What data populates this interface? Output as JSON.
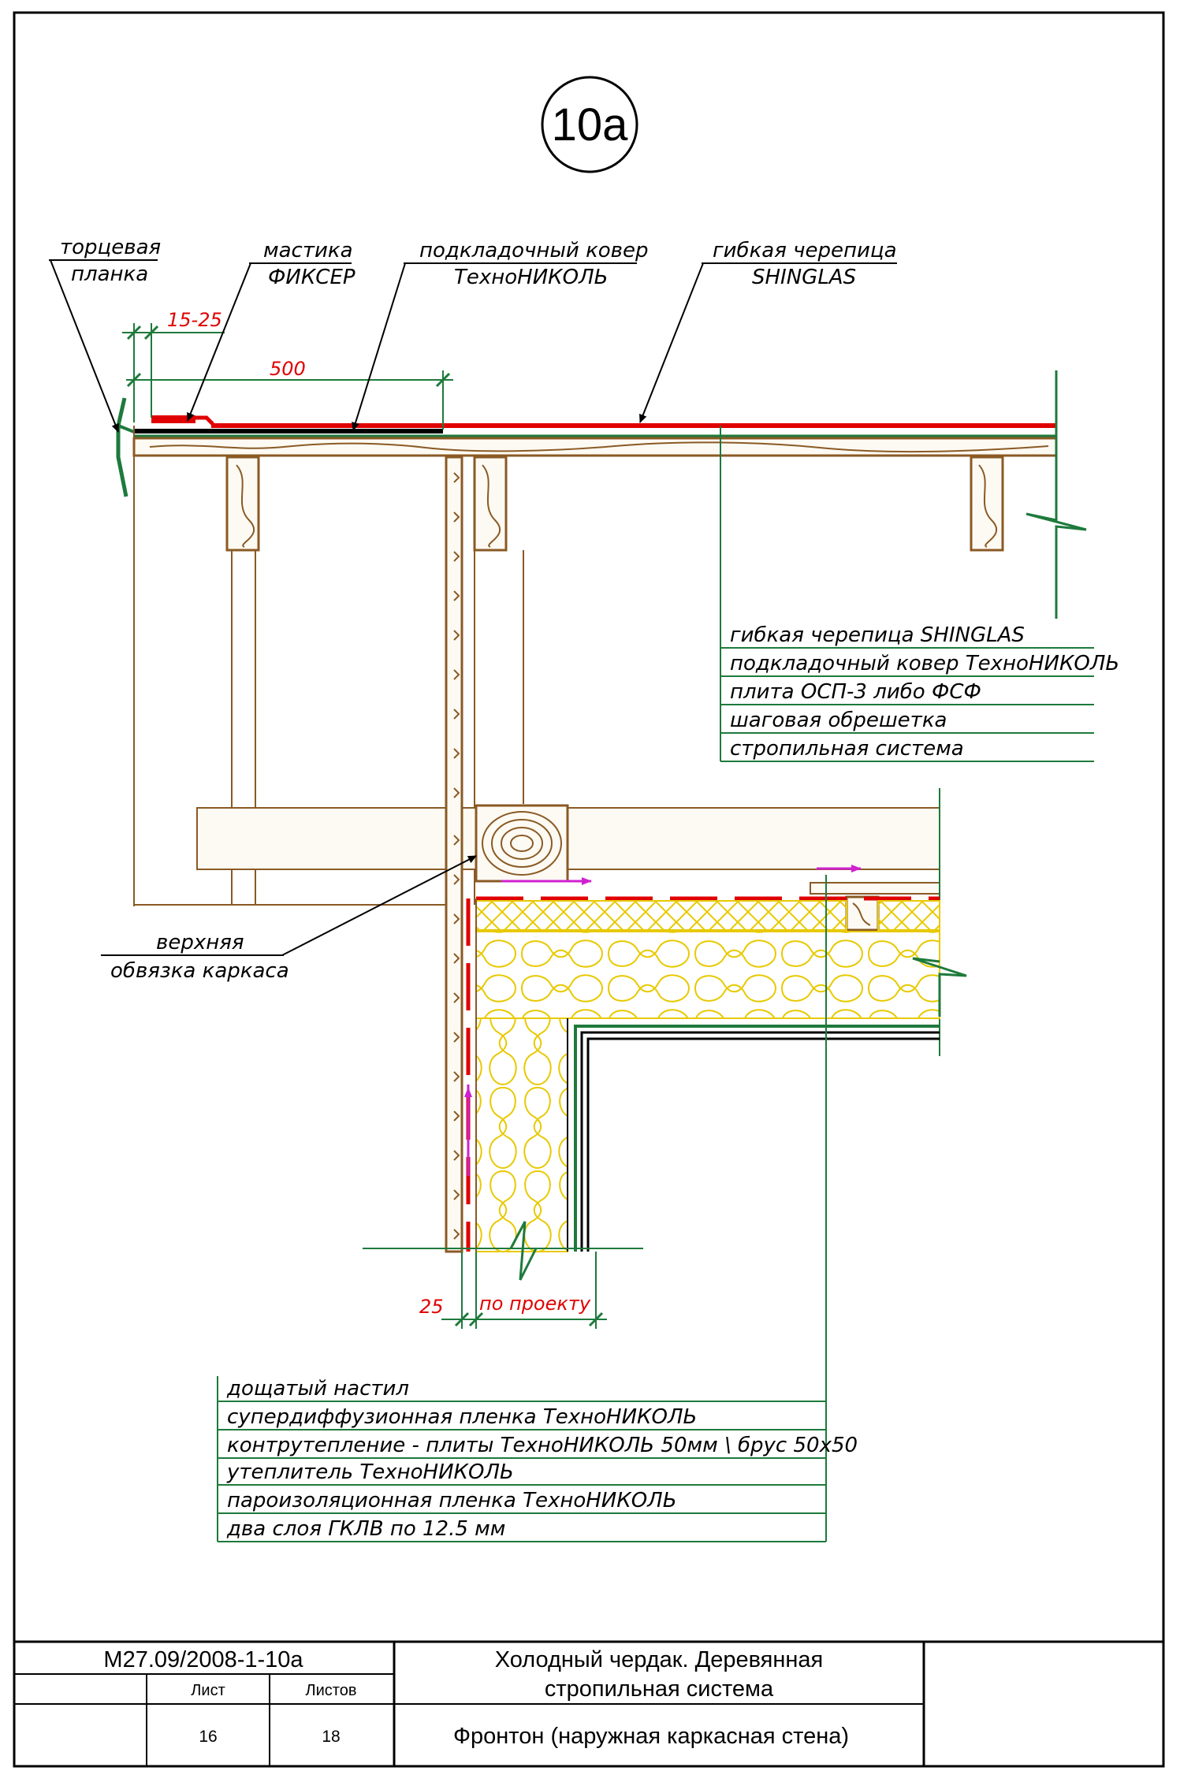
{
  "detail_mark": "10а",
  "top_callouts": {
    "end_plank": [
      "торцевая",
      "планка"
    ],
    "mastic": [
      "мастика",
      "ФИКСЕР"
    ],
    "underlay": [
      "подкладочный ковер",
      "ТехноНИКОЛЬ"
    ],
    "shingles": [
      "гибкая черепица",
      "SHINGLAS"
    ]
  },
  "dimensions": {
    "overlap": "15-25",
    "underlay_width": "500",
    "gap": "25",
    "by_project": "по проекту"
  },
  "roof_layers": [
    "гибкая черепица SHINGLAS",
    "подкладочный ковер ТехноНИКОЛЬ",
    "плита ОСП-3 либо ФСФ",
    "шаговая обрешетка",
    "стропильная система"
  ],
  "top_plate_callout": [
    "верхняя",
    "обвязка каркаса"
  ],
  "wall_layers": [
    "дощатый настил",
    "супердиффузионная пленка ТехноНИКОЛЬ",
    "контрутепление - плиты ТехноНИКОЛЬ 50мм \\ брус 50х50",
    "утеплитель ТехноНИКОЛЬ",
    "пароизоляционная пленка ТехноНИКОЛЬ",
    "два слоя ГКЛВ по 12.5 мм"
  ],
  "title_block": {
    "code": "М27.09/2008-1-10а",
    "sheet_label": "Лист",
    "sheets_label": "Листов",
    "sheet_no": "16",
    "sheets_total": "18",
    "title_line1": "Холодный чердак. Деревянная",
    "title_line2": "стропильная система",
    "subtitle": "Фронтон (наружная каркасная стена)"
  },
  "colors": {
    "membrane_red": "#e00000",
    "line_green": "#1e7a3c",
    "wood_brown": "#8a5a24",
    "insulation_yellow": "#e8c900",
    "airflow_magenta": "#d020d0"
  }
}
